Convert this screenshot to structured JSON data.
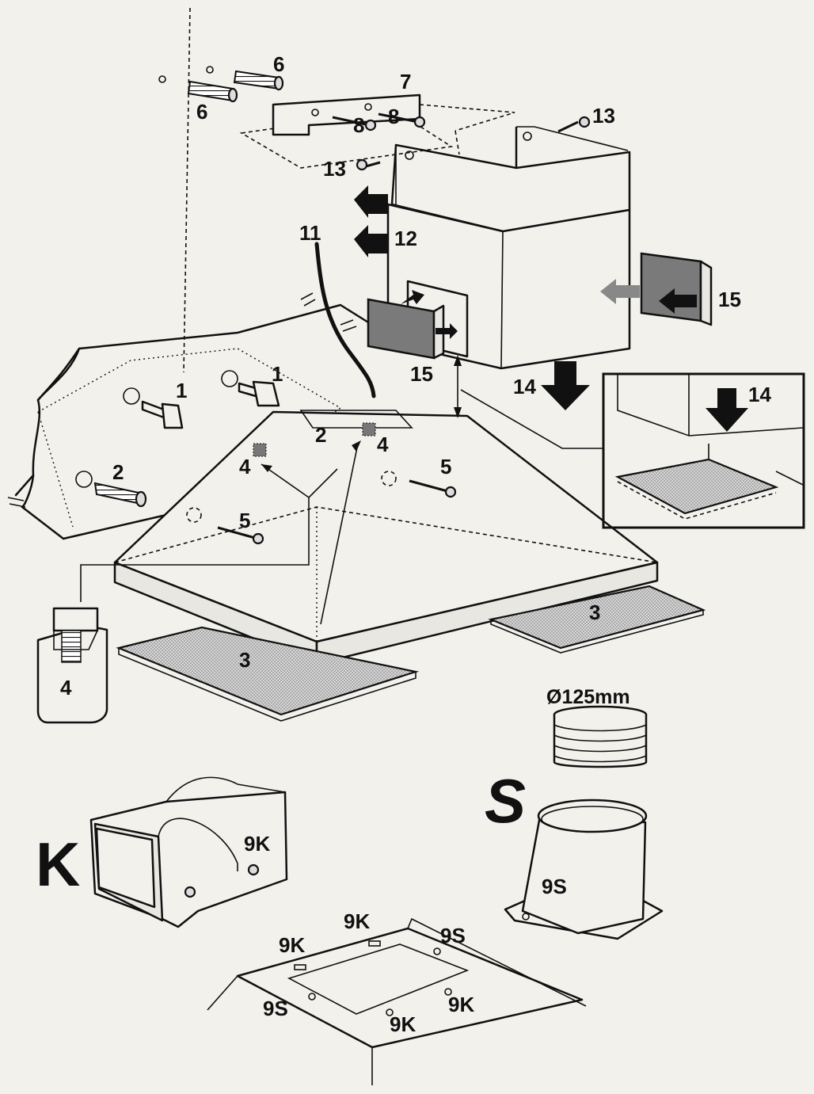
{
  "callouts": {
    "c1a": "1",
    "c1b": "1",
    "c2a": "2",
    "c2b": "2",
    "c3a": "3",
    "c3b": "3",
    "c4a": "4",
    "c4b": "4",
    "c4c": "4",
    "c5a": "5",
    "c5b": "5",
    "c6a": "6",
    "c6b": "6",
    "c7": "7",
    "c8a": "8",
    "c8b": "8",
    "c9k_box": "9K",
    "c9s_box": "9S",
    "c9k_p1": "9K",
    "c9k_p2": "9K",
    "c9k_p3": "9K",
    "c9k_p4": "9K",
    "c9s_p1": "9S",
    "c9s_p2": "9S",
    "c11": "11",
    "c12": "12",
    "c13a": "13",
    "c13b": "13",
    "c14a": "14",
    "c14b": "14",
    "c15a": "15",
    "c15b": "15"
  },
  "duct_diameter": "Ø125mm",
  "kit_letters": {
    "k": "K",
    "s": "S"
  },
  "colors": {
    "line": "#111111",
    "paper": "#f2f1ec",
    "felt": "#7a7a7a"
  }
}
